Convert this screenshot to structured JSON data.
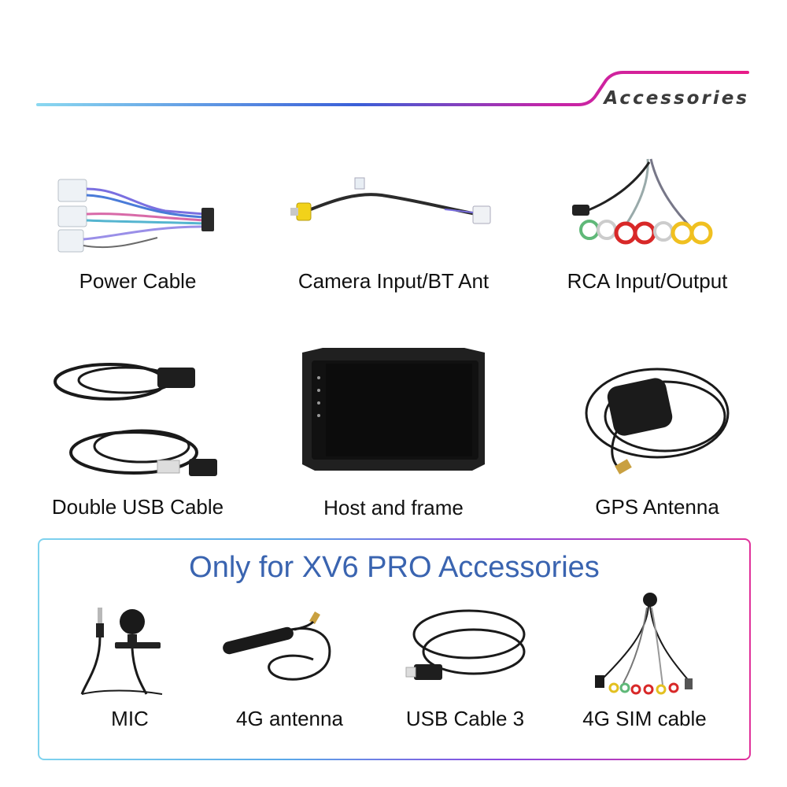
{
  "header": {
    "title": "Accessories",
    "gradient": [
      "#8ad8f0",
      "#3a5fd8",
      "#c425a8",
      "#e81c88"
    ]
  },
  "accessories": [
    {
      "label": "Power Cable"
    },
    {
      "label": "Camera Input/BT Ant"
    },
    {
      "label": "RCA Input/Output"
    },
    {
      "label": "Double USB Cable"
    },
    {
      "label": "Host and frame"
    },
    {
      "label": "GPS Antenna"
    }
  ],
  "pro": {
    "title": "Only for XV6 PRO Accessories",
    "title_color": "#3a64b0",
    "items": [
      {
        "label": "MIC"
      },
      {
        "label": "4G antenna"
      },
      {
        "label": "USB Cable 3"
      },
      {
        "label": "4G SIM cable"
      }
    ]
  }
}
